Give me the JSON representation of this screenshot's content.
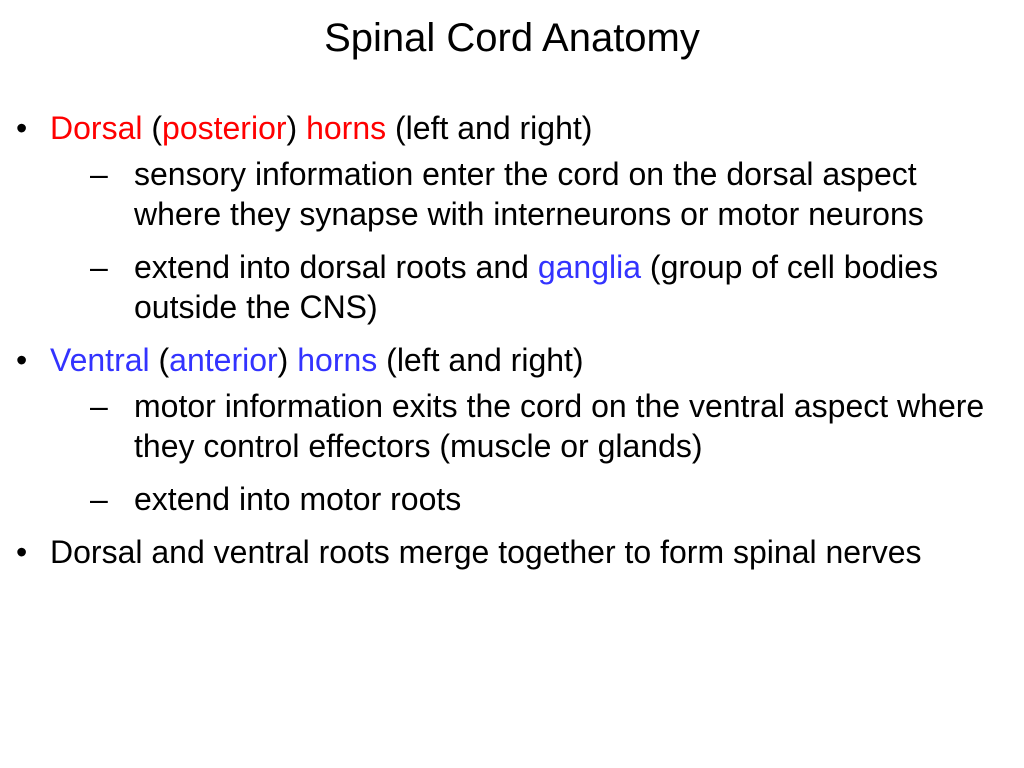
{
  "slide": {
    "title": "Spinal Cord Anatomy",
    "colors": {
      "text": "#000000",
      "red_term": "#ff0000",
      "blue_term": "#3333ff",
      "background": "#ffffff"
    },
    "bullet_marker": "•",
    "sub_marker": "–",
    "bullets": [
      {
        "parts": [
          {
            "text": "Dorsal",
            "color": "red"
          },
          {
            "text": " (",
            "color": "black"
          },
          {
            "text": "posterior",
            "color": "red"
          },
          {
            "text": ") ",
            "color": "black"
          },
          {
            "text": "horns",
            "color": "red"
          },
          {
            "text": " (left and right)",
            "color": "black"
          }
        ],
        "subs": [
          {
            "parts": [
              {
                "text": "sensory information enter the cord on the dorsal aspect where they synapse with interneurons or motor neurons",
                "color": "black"
              }
            ]
          },
          {
            "parts": [
              {
                "text": "extend into dorsal roots and ",
                "color": "black"
              },
              {
                "text": "ganglia",
                "color": "blue"
              },
              {
                "text": " (group of cell bodies outside the CNS)",
                "color": "black"
              }
            ]
          }
        ]
      },
      {
        "parts": [
          {
            "text": "Ventral",
            "color": "blue"
          },
          {
            "text": " (",
            "color": "black"
          },
          {
            "text": "anterior",
            "color": "blue"
          },
          {
            "text": ") ",
            "color": "black"
          },
          {
            "text": "horns",
            "color": "blue"
          },
          {
            "text": " (left and right)",
            "color": "black"
          }
        ],
        "subs": [
          {
            "parts": [
              {
                "text": "motor information exits the cord on the ventral aspect where they control effectors (muscle or glands)",
                "color": "black"
              }
            ]
          },
          {
            "parts": [
              {
                "text": "extend into motor roots",
                "color": "black"
              }
            ]
          }
        ]
      },
      {
        "parts": [
          {
            "text": "Dorsal and ventral roots merge together to form spinal nerves",
            "color": "black"
          }
        ],
        "subs": []
      }
    ]
  }
}
